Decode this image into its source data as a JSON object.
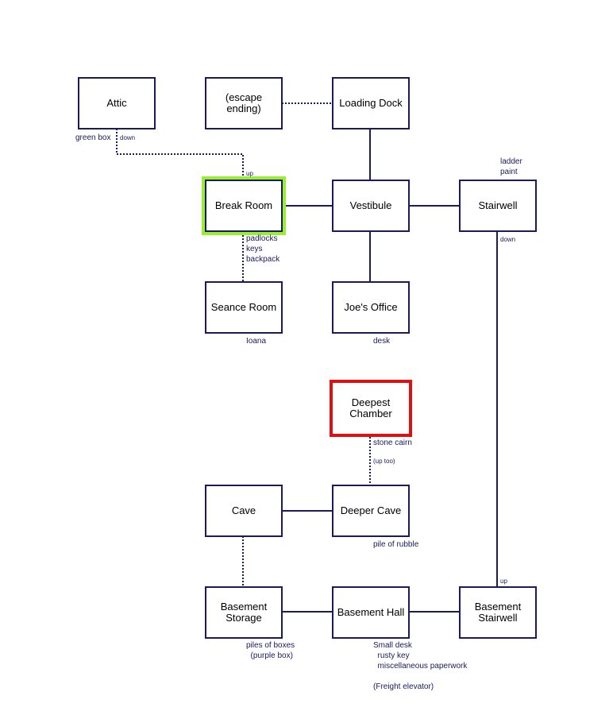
{
  "colors": {
    "line": "#1a1a5e",
    "start_highlight": "#99ee33",
    "end_highlight": "#dd1111",
    "label": "#1a1a5e"
  },
  "rooms": {
    "attic": "Attic",
    "escape": "(escape\nending)",
    "loading_dock": "Loading Dock",
    "break_room": "Break Room",
    "vestibule": "Vestibule",
    "stairwell": "Stairwell",
    "seance_room": "Seance Room",
    "joes_office": "Joe's Office",
    "deepest_chamber": "Deepest\nChamber",
    "cave": "Cave",
    "deeper_cave": "Deeper Cave",
    "basement_storage": "Basement\nStorage",
    "basement_hall": "Basement Hall",
    "basement_stairwell": "Basement\nStairwell"
  },
  "notes": {
    "attic_items": "green box",
    "attic_down": "down",
    "break_up": "up",
    "stairwell_items": "ladder\npaint",
    "stairwell_down": "down",
    "break_items": "padlocks\nkeys\nbackpack",
    "seance_items": "Ioana",
    "office_items": "desk",
    "deepest_items": "stone cairn",
    "deepest_up": "(up too)",
    "deeper_items": "pile of rubble",
    "basement_stair_up": "up",
    "storage_items": "piles of boxes\n  (purple box)",
    "hall_items": "Small desk\n  rusty key\n  miscellaneous paperwork",
    "hall_elevator": "(Freight elevator)"
  },
  "connections": [
    {
      "from": "Attic",
      "to": "Break Room",
      "style": "dotted"
    },
    {
      "from": "(escape ending)",
      "to": "Loading Dock",
      "style": "dotted"
    },
    {
      "from": "Loading Dock",
      "to": "Vestibule",
      "style": "solid"
    },
    {
      "from": "Break Room",
      "to": "Vestibule",
      "style": "solid"
    },
    {
      "from": "Vestibule",
      "to": "Stairwell",
      "style": "solid"
    },
    {
      "from": "Break Room",
      "to": "Seance Room",
      "style": "dotted"
    },
    {
      "from": "Vestibule",
      "to": "Joe's Office",
      "style": "solid"
    },
    {
      "from": "Stairwell",
      "to": "Basement Stairwell",
      "style": "solid"
    },
    {
      "from": "Deepest Chamber",
      "to": "Deeper Cave",
      "style": "dotted"
    },
    {
      "from": "Cave",
      "to": "Deeper Cave",
      "style": "solid"
    },
    {
      "from": "Cave",
      "to": "Basement Storage",
      "style": "dotted"
    },
    {
      "from": "Basement Storage",
      "to": "Basement Hall",
      "style": "solid"
    },
    {
      "from": "Basement Hall",
      "to": "Basement Stairwell",
      "style": "solid"
    }
  ]
}
